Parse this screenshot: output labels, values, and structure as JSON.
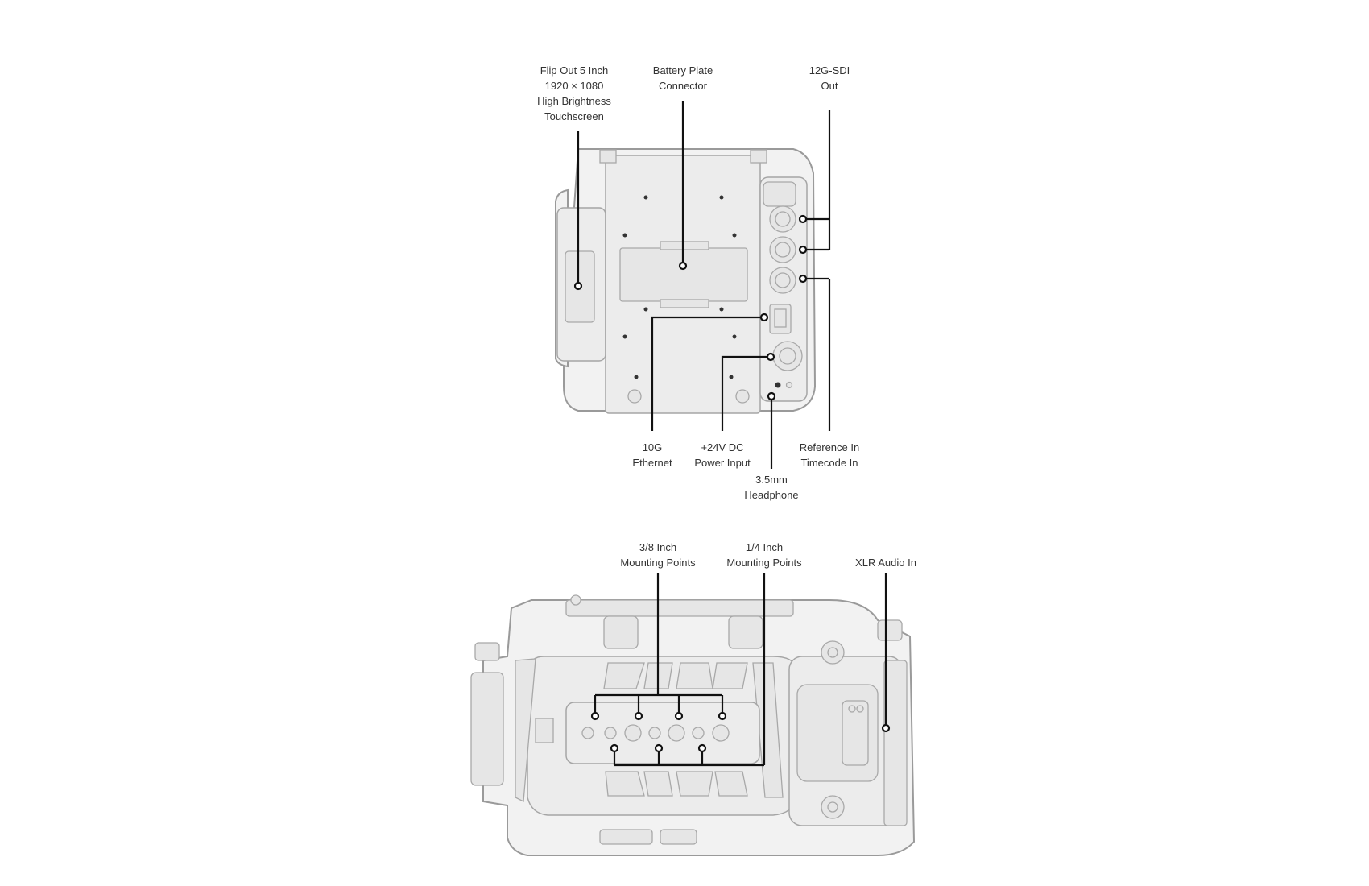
{
  "rear_view": {
    "callouts": {
      "touchscreen": [
        "Flip Out 5 Inch",
        "1920 × 1080",
        "High Brightness",
        "Touchscreen"
      ],
      "battery_plate": [
        "Battery Plate",
        "Connector"
      ],
      "sdi_out": [
        "12G-SDI",
        "Out"
      ],
      "ethernet": [
        "10G",
        "Ethernet"
      ],
      "power_input": [
        "+24V DC",
        "Power Input"
      ],
      "headphone": [
        "3.5mm",
        "Headphone"
      ],
      "reference_timecode": [
        "Reference In",
        "Timecode In"
      ]
    }
  },
  "bottom_view": {
    "callouts": {
      "mount_3_8": [
        "3/8 Inch",
        "Mounting Points"
      ],
      "mount_1_4": [
        "1/4 Inch",
        "Mounting Points"
      ],
      "xlr_audio": [
        "XLR Audio In"
      ]
    }
  }
}
